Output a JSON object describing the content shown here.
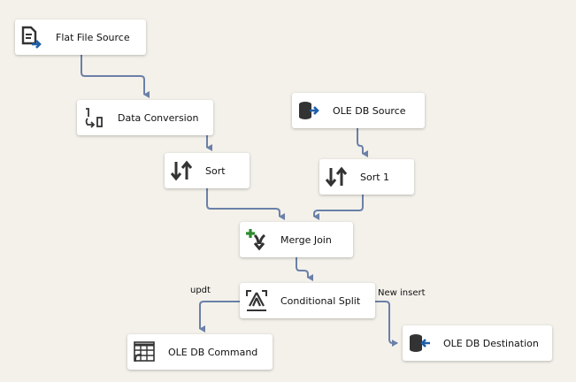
{
  "colors": {
    "background": "#f3f1ea",
    "connector": "#6b80a8",
    "icon": "#333333",
    "source_arrow": "#1f5fa8",
    "merge_plus": "#2e8b2e"
  },
  "nodes": {
    "flat_file_source": {
      "label": "Flat File Source",
      "icon": "flat-file-source-icon"
    },
    "data_conversion": {
      "label": "Data Conversion",
      "icon": "data-conversion-icon"
    },
    "sort": {
      "label": "Sort",
      "icon": "sort-icon"
    },
    "ole_db_source": {
      "label": "OLE DB Source",
      "icon": "database-source-icon"
    },
    "sort_1": {
      "label": "Sort 1",
      "icon": "sort-icon"
    },
    "merge_join": {
      "label": "Merge Join",
      "icon": "merge-join-icon"
    },
    "conditional_split": {
      "label": "Conditional Split",
      "icon": "conditional-split-icon"
    },
    "ole_db_command": {
      "label": "OLE DB Command",
      "icon": "ole-db-command-icon"
    },
    "ole_db_destination": {
      "label": "OLE DB Destination",
      "icon": "database-destination-icon"
    }
  },
  "paths": {
    "updt": "updt",
    "new_insert": "New insert"
  }
}
